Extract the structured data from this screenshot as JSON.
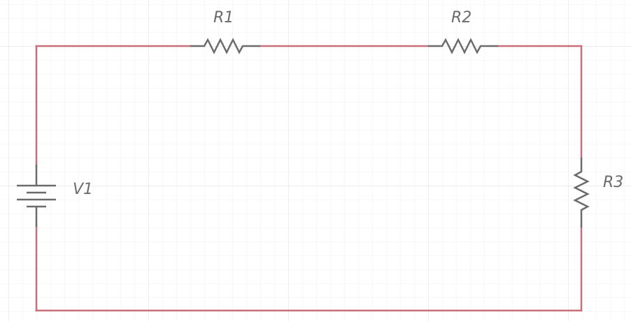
{
  "colors": {
    "background": "#ffffff",
    "grid_minor": "#f1f1f1",
    "grid_major": "#e3e3e3",
    "wire": "#c8707a",
    "component": "#6b6b6b",
    "label": "#6b6b6b"
  },
  "components": {
    "battery": {
      "label": "V1"
    },
    "resistor_1": {
      "label": "R1"
    },
    "resistor_2": {
      "label": "R2"
    },
    "resistor_3": {
      "label": "R3"
    }
  }
}
